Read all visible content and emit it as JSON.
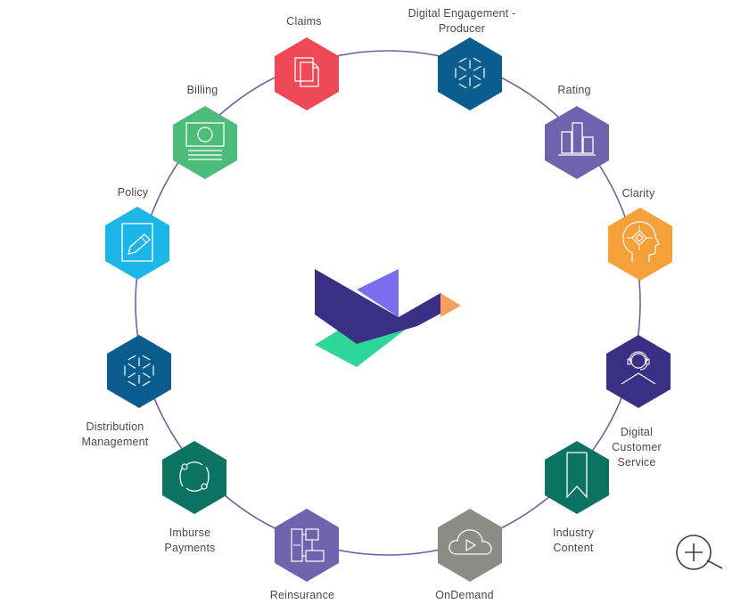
{
  "nodes": [
    {
      "id": "claims",
      "label": "Claims",
      "color": "#ef4856",
      "icon": "documents-icon"
    },
    {
      "id": "digital-engagement-producer",
      "label": "Digital Engagement -\nProducer",
      "color": "#0b5d8f",
      "icon": "network-icon"
    },
    {
      "id": "rating",
      "label": "Rating",
      "color": "#6f63ad",
      "icon": "bar-chart-icon"
    },
    {
      "id": "clarity",
      "label": "Clarity",
      "color": "#f6a03a",
      "icon": "head-insight-icon"
    },
    {
      "id": "digital-customer-service",
      "label": "Digital\nCustomer\nService",
      "color": "#3a2e85",
      "icon": "agent-headset-icon"
    },
    {
      "id": "industry-content",
      "label": "Industry\nContent",
      "color": "#0b7362",
      "icon": "bookmark-icon"
    },
    {
      "id": "ondemand",
      "label": "OnDemand",
      "color": "#8c8c87",
      "icon": "cloud-play-icon"
    },
    {
      "id": "reinsurance",
      "label": "Reinsurance",
      "color": "#6f63ad",
      "icon": "flowchart-icon"
    },
    {
      "id": "imburse-payments",
      "label": "Imburse\nPayments",
      "color": "#0b7362",
      "icon": "payment-cycle-icon"
    },
    {
      "id": "distribution-management",
      "label": "Distribution\nManagement",
      "color": "#0b5d8f",
      "icon": "network-icon"
    },
    {
      "id": "policy",
      "label": "Policy",
      "color": "#1cb5e8",
      "icon": "pencil-document-icon"
    },
    {
      "id": "billing",
      "label": "Billing",
      "color": "#4dbb79",
      "icon": "invoice-icon"
    }
  ],
  "ring_color": "#6b629e",
  "logo": {
    "colors": [
      "#3a2e85",
      "#7b6cf0",
      "#2fd69a",
      "#f6a060"
    ]
  },
  "zoom": {
    "icon": "zoom-in-icon"
  }
}
